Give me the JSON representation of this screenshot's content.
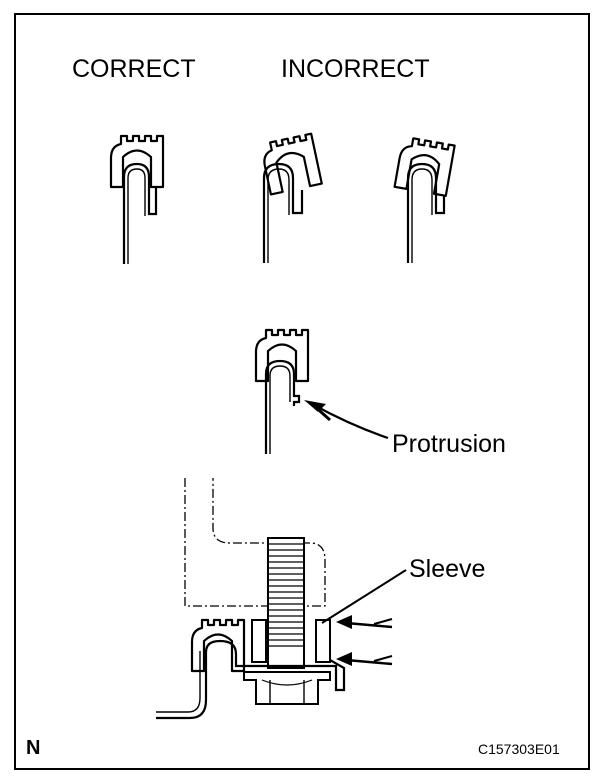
{
  "labels": {
    "correct": "CORRECT",
    "incorrect": "INCORRECT",
    "protrusion": "Protrusion",
    "sleeve": "Sleeve"
  },
  "footer": {
    "orientation_mark": "N",
    "figure_code": "C157303E01"
  }
}
